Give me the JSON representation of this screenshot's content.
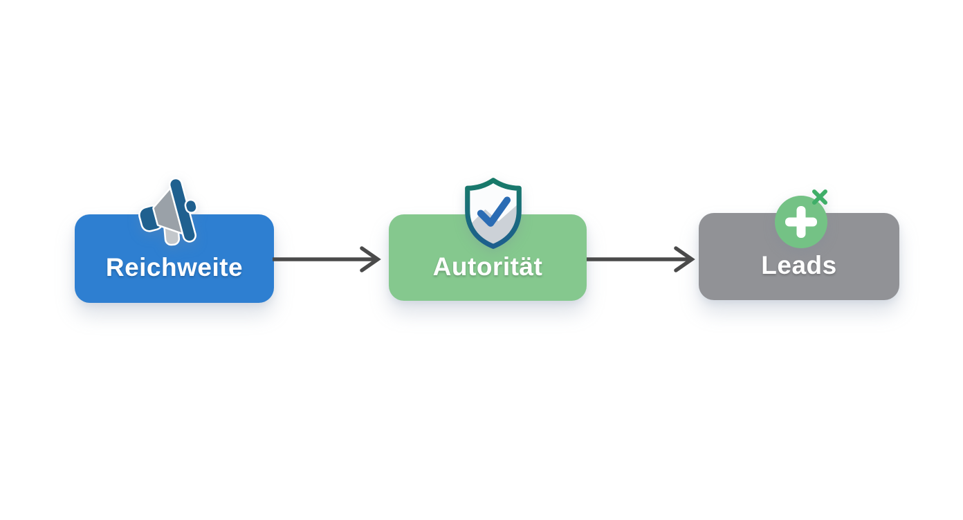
{
  "diagram": {
    "type": "flow",
    "background_color": "#ffffff",
    "arrow_color": "#4a4a4a",
    "steps": [
      {
        "label": "Reichweite",
        "icon": "megaphone-icon",
        "box_color": "#2e7fd1",
        "text_color": "#ffffff"
      },
      {
        "label": "Autorität",
        "icon": "shield-check-icon",
        "box_color": "#85c88e",
        "text_color": "#ffffff"
      },
      {
        "label": "Leads",
        "icon": "plus-circle-icon",
        "box_color": "#919296",
        "text_color": "#ffffff"
      }
    ],
    "icon_palette": {
      "megaphone_body": "#9aa1a8",
      "megaphone_accent": "#1f608f",
      "megaphone_handle": "#c3c7cb",
      "shield_outline_top": "#177a68",
      "shield_outline_bottom": "#1d5e8e",
      "shield_fill": "#fbfcfd",
      "shield_shade": "#ccd1d7",
      "check_color": "#2b6cb4",
      "plus_circle": "#74c285",
      "plus_sign": "#ffffff",
      "sparkle_x": "#3fae68"
    }
  }
}
